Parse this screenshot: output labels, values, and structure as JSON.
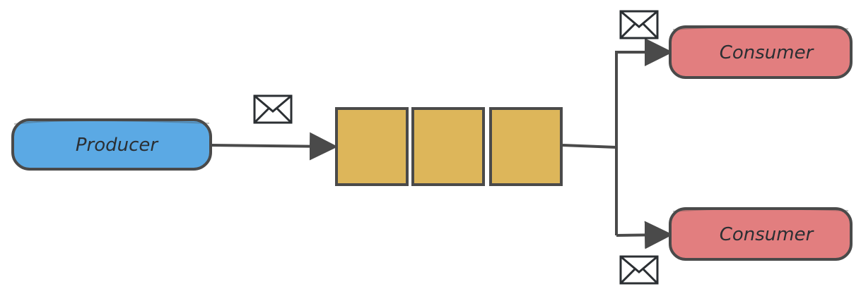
{
  "diagram": {
    "producer": {
      "label": "Producer",
      "color": "#5BA9E4"
    },
    "queue": {
      "slot_count": 3,
      "color": "#DDB65A"
    },
    "consumers": [
      {
        "label": "Consumer",
        "color": "#E27E7F"
      },
      {
        "label": "Consumer",
        "color": "#E27E7F"
      }
    ],
    "stroke_color": "#4a4a4a",
    "message_icon": "envelope-icon"
  }
}
